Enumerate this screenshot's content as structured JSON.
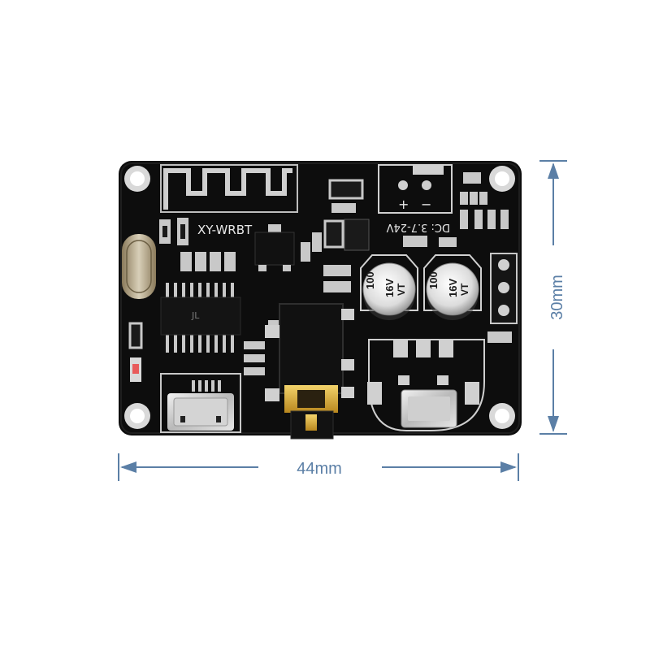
{
  "board": {
    "model_label": "XY-WRBT",
    "power_label": "DC: 3.7-24V",
    "polarity_plus": "+",
    "polarity_minus": "−"
  },
  "capacitors": [
    {
      "value": "100",
      "voltage": "16V",
      "code": "VT"
    },
    {
      "value": "100",
      "voltage": "16V",
      "code": "VT"
    }
  ],
  "chip_logo": "JL",
  "dimensions": {
    "width": "44mm",
    "height": "30mm"
  },
  "colors": {
    "dimension": "#5b7fa6",
    "board": "#0d0d0d",
    "silkscreen": "#e8e8e8",
    "pad": "#c8c8c8"
  }
}
